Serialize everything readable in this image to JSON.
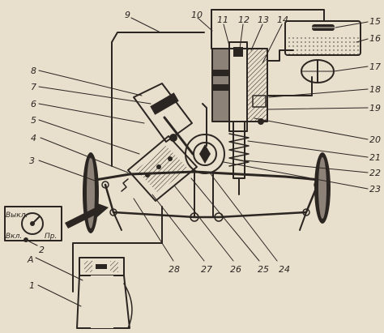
{
  "callouts": [
    {
      "id": "c1",
      "text": "1"
    },
    {
      "id": "c2",
      "text": "2"
    },
    {
      "id": "c3",
      "text": "3"
    },
    {
      "id": "c4",
      "text": "4"
    },
    {
      "id": "c5",
      "text": "5"
    },
    {
      "id": "c6",
      "text": "6"
    },
    {
      "id": "c7",
      "text": "7"
    },
    {
      "id": "c8",
      "text": "8"
    },
    {
      "id": "c9",
      "text": "9"
    },
    {
      "id": "c10",
      "text": "10"
    },
    {
      "id": "c11",
      "text": "11"
    },
    {
      "id": "c12",
      "text": "12"
    },
    {
      "id": "c13",
      "text": "13"
    },
    {
      "id": "c14",
      "text": "14"
    },
    {
      "id": "c15",
      "text": "15"
    },
    {
      "id": "c16",
      "text": "16"
    },
    {
      "id": "c17",
      "text": "17"
    },
    {
      "id": "c18",
      "text": "18"
    },
    {
      "id": "c19",
      "text": "19"
    },
    {
      "id": "c20",
      "text": "20"
    },
    {
      "id": "c21",
      "text": "21"
    },
    {
      "id": "c22",
      "text": "22"
    },
    {
      "id": "c23",
      "text": "23"
    },
    {
      "id": "c24",
      "text": "24"
    },
    {
      "id": "c25",
      "text": "25"
    },
    {
      "id": "c26",
      "text": "26"
    },
    {
      "id": "c27",
      "text": "27"
    },
    {
      "id": "c28",
      "text": "28"
    },
    {
      "id": "cA",
      "text": "А"
    }
  ],
  "switch_labels": {
    "off": "Выкл.",
    "on": "Вкл.",
    "pr": "Пр."
  },
  "colors": {
    "paper": "#e9dfcd",
    "ink": "#2c2622",
    "section": "#8d8278"
  }
}
